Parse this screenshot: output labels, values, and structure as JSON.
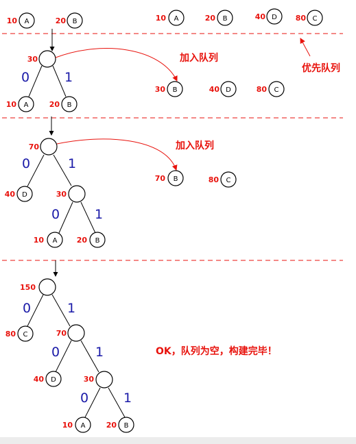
{
  "colors": {
    "weight": "#e8120c",
    "bit": "#1a1aa8",
    "separator": "#e8120c",
    "node_stroke": "#000000"
  },
  "bits": {
    "zero": "0",
    "one": "1"
  },
  "initial": {
    "nodes": [
      {
        "weight": "10",
        "letter": "A"
      },
      {
        "weight": "20",
        "letter": "B"
      }
    ]
  },
  "queue_initial": {
    "items": [
      {
        "weight": "10",
        "letter": "A"
      },
      {
        "weight": "20",
        "letter": "B"
      },
      {
        "weight": "40",
        "letter": "D"
      },
      {
        "weight": "80",
        "letter": "C"
      }
    ],
    "label": "优先队列"
  },
  "step1": {
    "root_weight": "30",
    "children": [
      {
        "weight": "10",
        "letter": "A"
      },
      {
        "weight": "20",
        "letter": "B"
      }
    ],
    "enqueue_label": "加入队列",
    "queue": [
      {
        "weight": "30",
        "letter": "B"
      },
      {
        "weight": "40",
        "letter": "D"
      },
      {
        "weight": "80",
        "letter": "C"
      }
    ]
  },
  "step2": {
    "root_weight": "70",
    "left": {
      "weight": "40",
      "letter": "D"
    },
    "right_weight": "30",
    "grandchildren": [
      {
        "weight": "10",
        "letter": "A"
      },
      {
        "weight": "20",
        "letter": "B"
      }
    ],
    "enqueue_label": "加入队列",
    "queue": [
      {
        "weight": "70",
        "letter": "B"
      },
      {
        "weight": "80",
        "letter": "C"
      }
    ]
  },
  "step3": {
    "root_weight": "150",
    "left": {
      "weight": "80",
      "letter": "C"
    },
    "right_weight": "70",
    "right_left": {
      "weight": "40",
      "letter": "D"
    },
    "right_right_weight": "30",
    "leaves": [
      {
        "weight": "10",
        "letter": "A"
      },
      {
        "weight": "20",
        "letter": "B"
      }
    ],
    "done_message": "OK，队列为空，构建完毕！"
  }
}
